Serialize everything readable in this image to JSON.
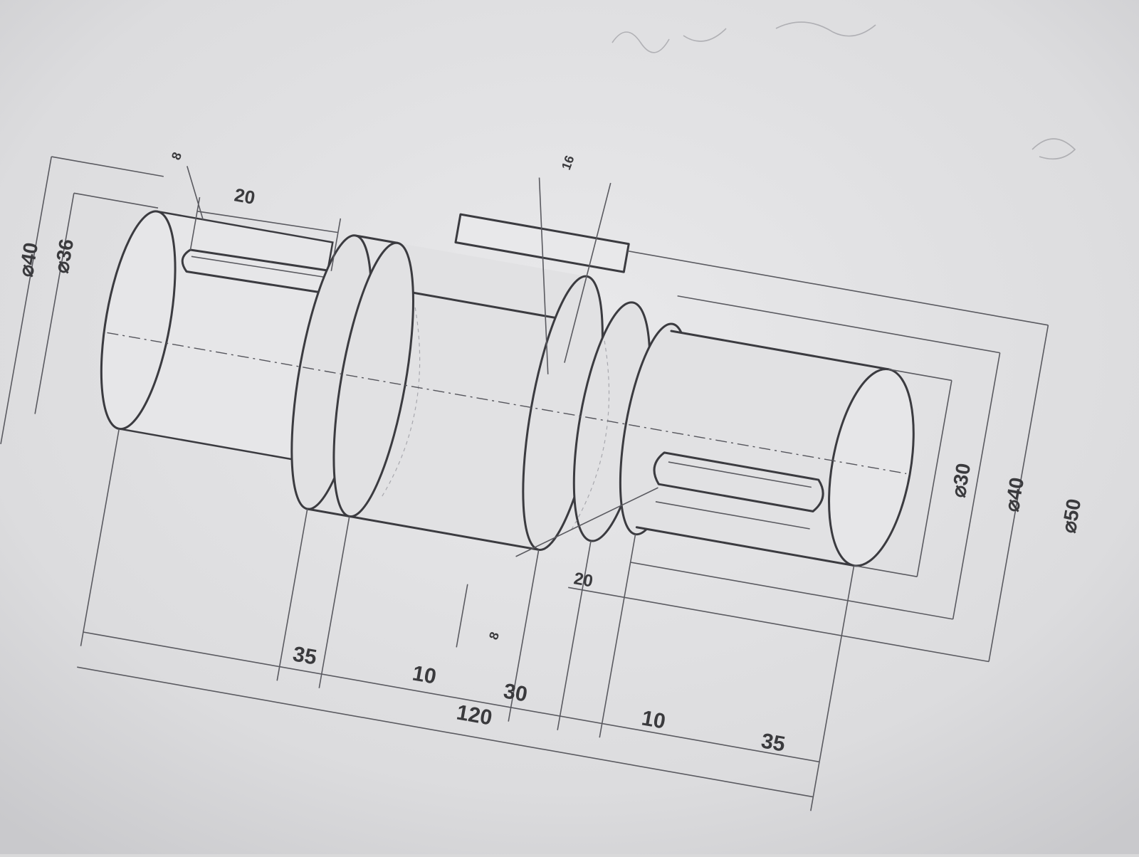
{
  "drawing": {
    "dimensions": {
      "d40_left": "40",
      "d36_left": "36",
      "slot_len_left": "20",
      "slot_w_left": "8",
      "flat_w_mid": "16",
      "d30_right": "30",
      "d40_right": "40",
      "d50_right": "50",
      "slot_len_right": "20",
      "slot_w_right": "8",
      "len_35_left": "35",
      "len_10_left": "10",
      "len_30_mid": "30",
      "len_120_total": "120",
      "len_10_right": "10",
      "len_35_right": "35"
    },
    "prefix_diameter": "⌀"
  }
}
